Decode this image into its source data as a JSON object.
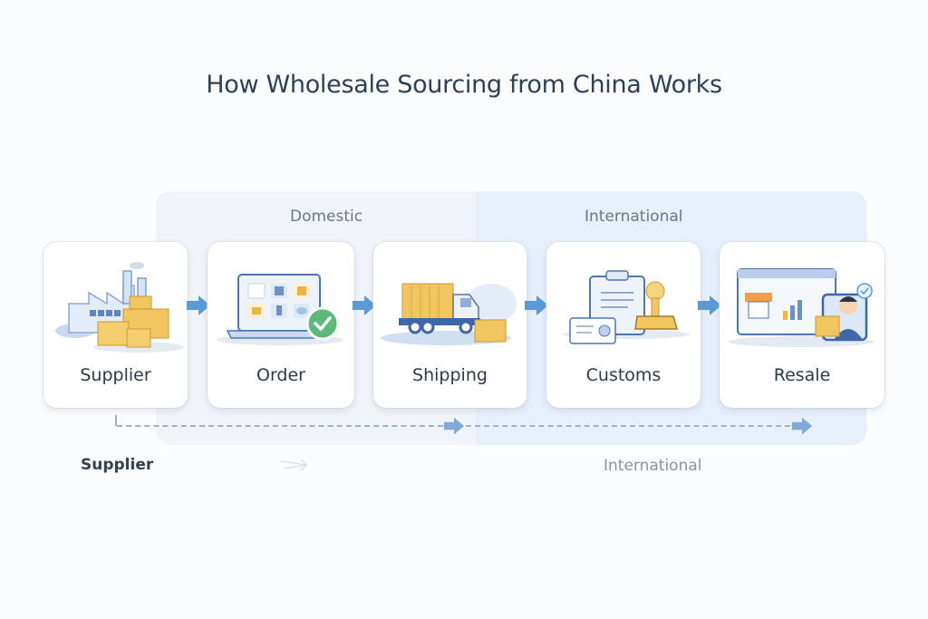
{
  "title": "How Wholesale Sourcing from China Works",
  "zones": {
    "domestic": "Domestic",
    "international": "International"
  },
  "steps": [
    {
      "label": "Supplier",
      "icon": "factory-boxes-icon"
    },
    {
      "label": "Order",
      "icon": "laptop-order-check-icon"
    },
    {
      "label": "Shipping",
      "icon": "delivery-truck-icon"
    },
    {
      "label": "Customs",
      "icon": "clipboard-stamp-icon"
    },
    {
      "label": "Resale",
      "icon": "online-store-seller-icon"
    }
  ],
  "footer": {
    "left_label": "Supplier",
    "right_label": "International"
  },
  "colors": {
    "accent": "#5b9bd5",
    "box": "#f2c65e",
    "check": "#5cb97a",
    "title": "#2f3f55"
  }
}
